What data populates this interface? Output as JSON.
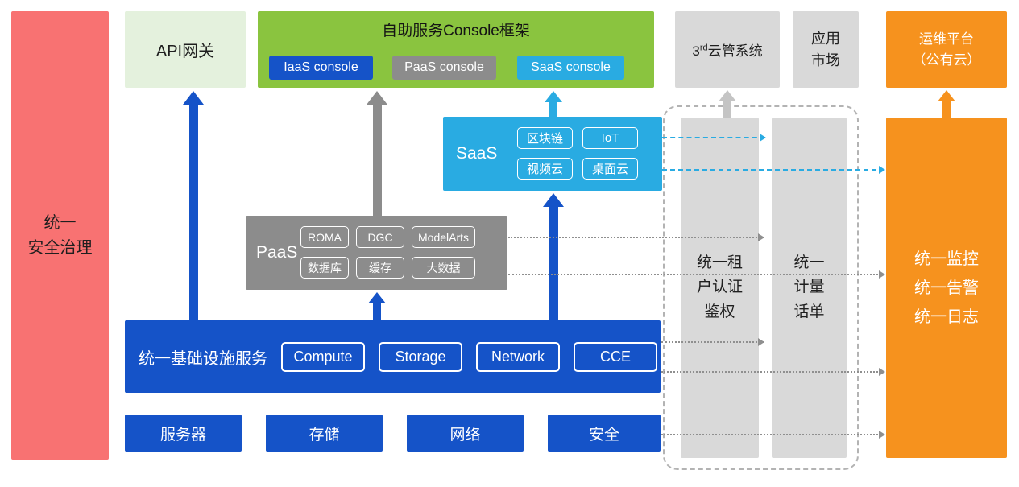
{
  "security_bar": {
    "label": "统一\n安全治理"
  },
  "api_gateway": {
    "label": "API网关"
  },
  "console_frame": {
    "title": "自助服务Console框架",
    "buttons": [
      "IaaS console",
      "PaaS console",
      "SaaS console"
    ]
  },
  "third_party": {
    "num": "3",
    "sup": "rd",
    "rest": "云管系统"
  },
  "app_market": {
    "label": "应用\n市场"
  },
  "om_platform": {
    "label": "运维平台\n（公有云）"
  },
  "saas_box": {
    "label": "SaaS",
    "chips": [
      "区块链",
      "IoT",
      "视频云",
      "桌面云"
    ]
  },
  "paas_box": {
    "label": "PaaS",
    "chips": [
      "ROMA",
      "DGC",
      "ModelArts",
      "数据库",
      "缓存",
      "大数据"
    ]
  },
  "infra_bar": {
    "label": "统一基础设施服务",
    "chips": [
      "Compute",
      "Storage",
      "Network",
      "CCE"
    ]
  },
  "foundation_boxes": [
    "服务器",
    "存储",
    "网络",
    "安全"
  ],
  "auth_bar": {
    "label": "统一租\n户认证\n鉴权"
  },
  "metering_bar": {
    "label": "统一\n计量\n话单"
  },
  "monitor_bar": {
    "label": "统一监控\n统一告警\n统一日志"
  },
  "colors": {
    "red": "#f87272",
    "light_green": "#e4f1dd",
    "green": "#8ac43f",
    "blue": "#1553c8",
    "cyan": "#29abe2",
    "gray": "#8c8c8c",
    "light_gray": "#d9d9d9",
    "orange": "#f6921e"
  }
}
